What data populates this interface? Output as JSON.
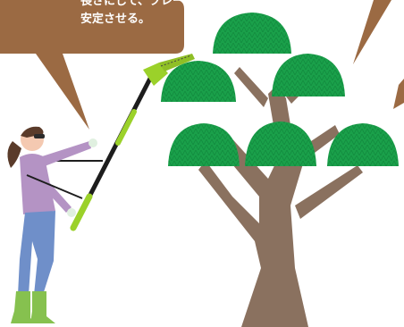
{
  "callout": {
    "lines": [
      "長さにして、ブレード",
      "安定させる。"
    ],
    "color": "#9b6a43"
  },
  "colors": {
    "foliage": "#1aa04a",
    "foliage_dark": "#0f7a36",
    "trunk": "#8a715f",
    "tool_green": "#9bd12a",
    "shirt": "#b493c4",
    "jeans": "#6f8fc9",
    "boots": "#86c14f",
    "skin": "#f4c9b1",
    "hair": "#5a3b2a"
  },
  "icons": [
    "woman-gardener",
    "pole-hedge-trimmer",
    "pine-tree"
  ]
}
